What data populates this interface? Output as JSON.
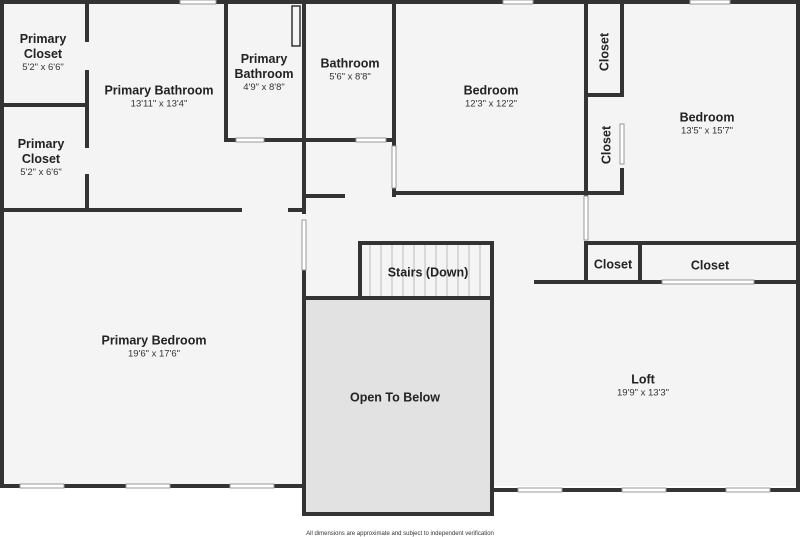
{
  "floorplan": {
    "rooms": [
      {
        "id": "primary-closet-1",
        "name": "Primary\nCloset",
        "dims": "5'2\" x 6'6\""
      },
      {
        "id": "primary-bathroom",
        "name": "Primary Bathroom",
        "dims": "13'11\" x 13'4\""
      },
      {
        "id": "primary-bathroom-2",
        "name": "Primary\nBathroom",
        "dims": "4'9\" x 8'8\""
      },
      {
        "id": "bathroom",
        "name": "Bathroom",
        "dims": "5'6\" x 8'8\""
      },
      {
        "id": "bedroom-1",
        "name": "Bedroom",
        "dims": "12'3\" x 12'2\""
      },
      {
        "id": "closet-v1",
        "name": "Closet",
        "dims": ""
      },
      {
        "id": "closet-v2",
        "name": "Closet",
        "dims": ""
      },
      {
        "id": "bedroom-2",
        "name": "Bedroom",
        "dims": "13'5\" x 15'7\""
      },
      {
        "id": "primary-closet-2",
        "name": "Primary\nCloset",
        "dims": "5'2\" x 6'6\""
      },
      {
        "id": "stairs",
        "name": "Stairs (Down)",
        "dims": ""
      },
      {
        "id": "closet-h1",
        "name": "Closet",
        "dims": ""
      },
      {
        "id": "closet-h2",
        "name": "Closet",
        "dims": ""
      },
      {
        "id": "primary-bedroom",
        "name": "Primary Bedroom",
        "dims": "19'6\" x 17'6\""
      },
      {
        "id": "open-to-below",
        "name": "Open To Below",
        "dims": ""
      },
      {
        "id": "loft",
        "name": "Loft",
        "dims": "19'9\" x 13'3\""
      }
    ],
    "footnote": "All dimensions are approximate and subject to independent verification",
    "colors": {
      "wall": "#333333",
      "floor": "#f4f4f4",
      "open_below": "#e2e2e2",
      "window": "#ffffff"
    }
  }
}
